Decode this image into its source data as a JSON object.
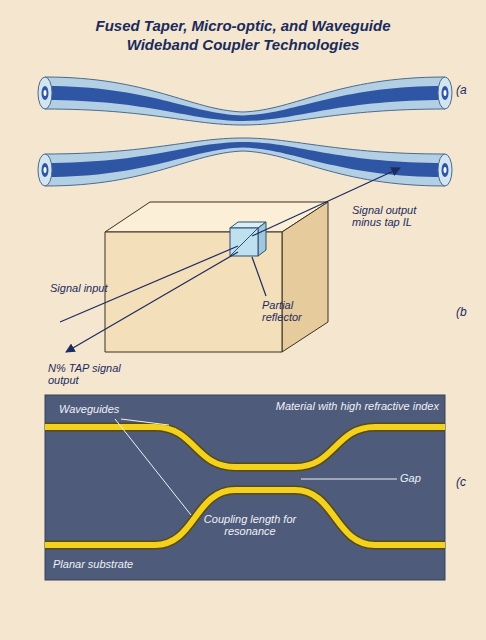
{
  "diagram": {
    "title": "Fused Taper, Micro-optic, and Waveguide Wideband Coupler Technologies",
    "nodes": [
      {
        "text": [
          "Waveguides",
          "Material with high refractive index",
          "Gap",
          "Coupling length for resonance",
          "Planar substrate"
        ]
      }
    ],
    "labels": [
      "(a",
      "Signal output minus tap IL",
      "Signal input",
      "Partial reflector",
      "(b",
      "N% TAP signal output",
      "(c"
    ]
  }
}
